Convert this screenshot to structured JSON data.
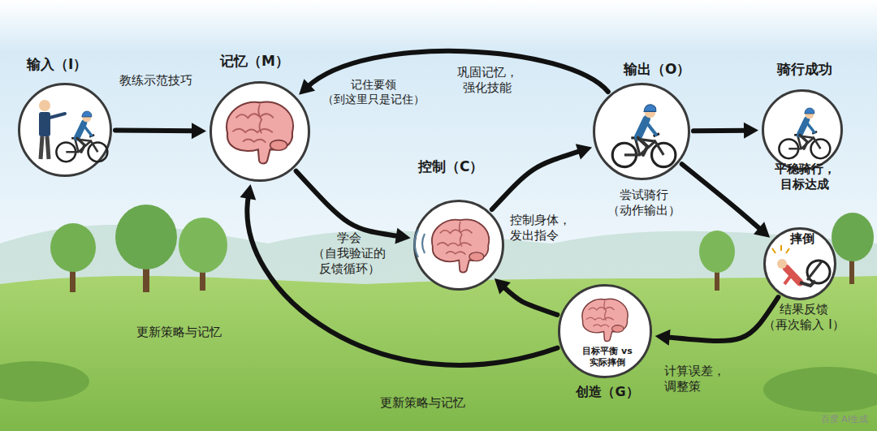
{
  "diagram": {
    "nodes": [
      {
        "text": [
          "输入（I）"
        ]
      },
      {
        "text": [
          "记忆（M）"
        ]
      },
      {
        "text": [
          "控制（C）"
        ]
      },
      {
        "text": [
          "输出（O）",
          "尝试骑行 （动作输出）"
        ]
      },
      {
        "text": [
          "骑行成功",
          "平稳骑行， 目标达成"
        ]
      },
      {
        "text": [
          "摔倒"
        ]
      },
      {
        "text": [
          "目标平衡 vs 实际摔倒",
          "创造（G）"
        ]
      }
    ],
    "edges": [
      {
        "from": 0,
        "to": 1,
        "label": "教练示范技巧",
        "arrow": "to"
      },
      {
        "from": 1,
        "to": 2,
        "arrow": "to"
      },
      {
        "from": 2,
        "to": 3,
        "arrow": "to"
      },
      {
        "from": 3,
        "to": 1,
        "label": "巩固记忆， 强化技能",
        "arrow": "to"
      },
      {
        "from": 3,
        "to": 4,
        "arrow": "to"
      },
      {
        "from": 3,
        "to": 5,
        "arrow": "to"
      },
      {
        "from": 5,
        "to": 6,
        "label": "结果反馈 （再次输入 I）",
        "arrow": "to"
      },
      {
        "from": 6,
        "to": 2,
        "arrow": "to"
      },
      {
        "from": 6,
        "to": 1,
        "label": "更新策略与记忆",
        "arrow": "to"
      }
    ],
    "labels": [
      "记住要领 （到这里只是记住）",
      "控制身体， 发出指令",
      "学会 （自我验证的 反馈循环）",
      "更新策略与记忆",
      "计算误差， 调整策",
      "百度 AI生成"
    ]
  }
}
